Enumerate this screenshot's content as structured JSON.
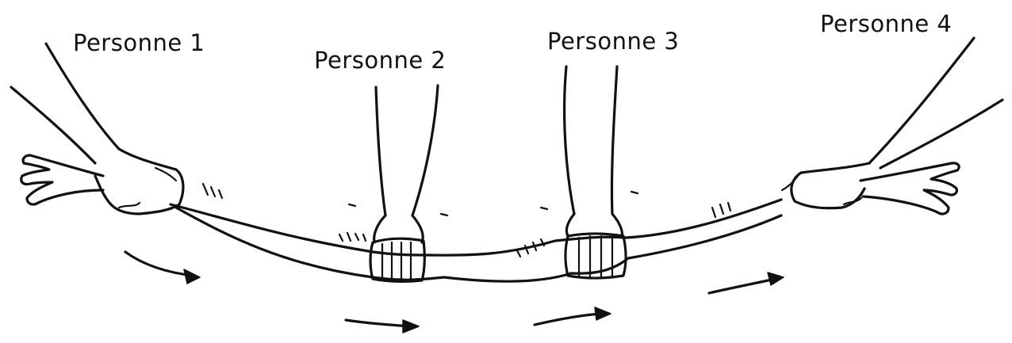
{
  "labels": {
    "person_1": "Personne 1",
    "person_2": "Personne 2",
    "person_3": "Personne 3",
    "person_4": "Personne 4"
  }
}
